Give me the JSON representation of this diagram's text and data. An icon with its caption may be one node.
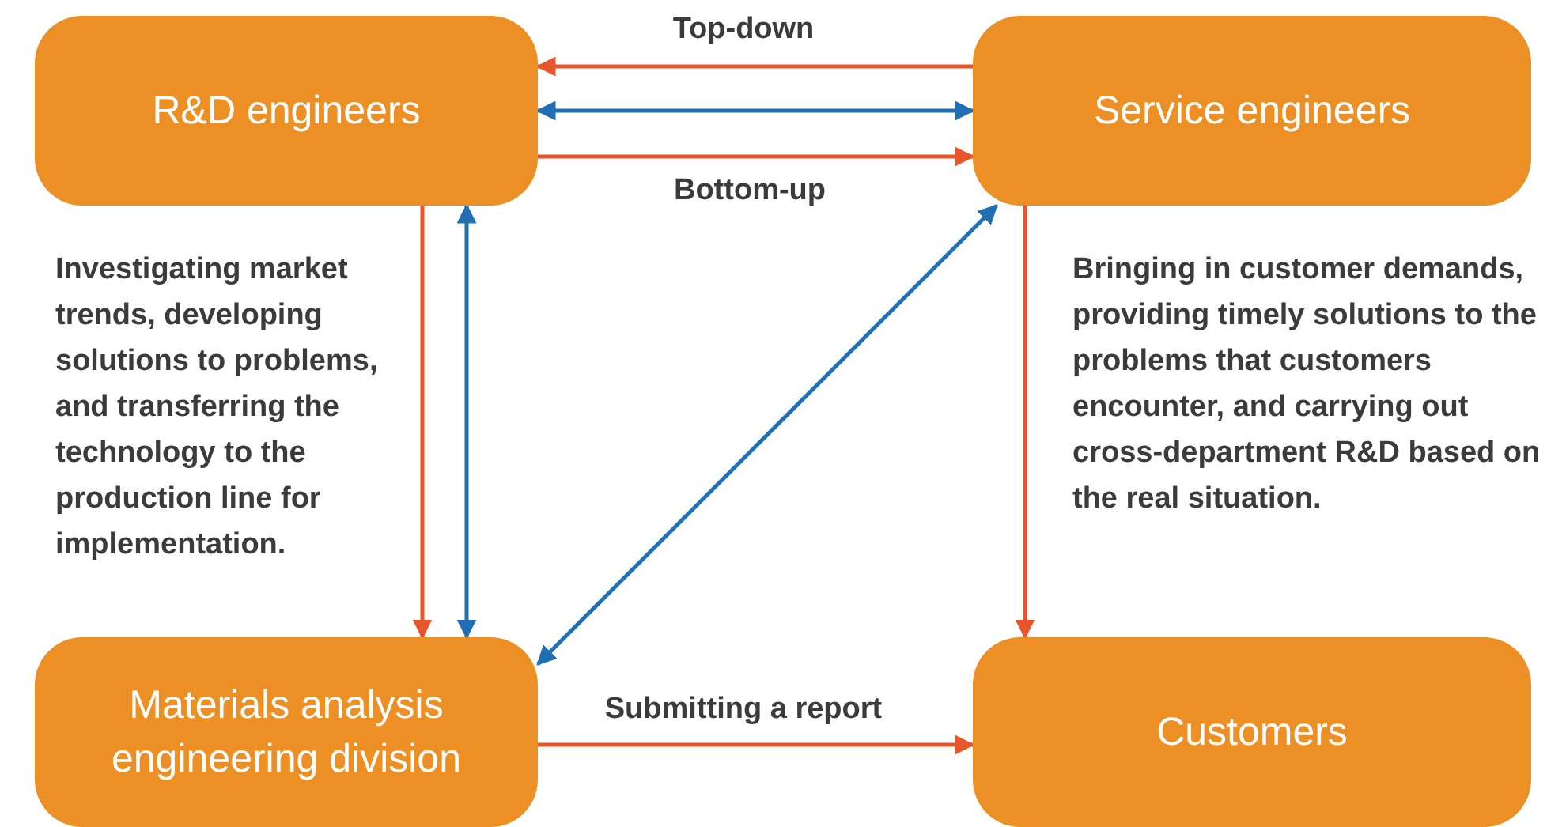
{
  "diagram": {
    "nodes": [
      {
        "text": [
          "R&D engineers"
        ]
      },
      {
        "text": [
          "Service engineers"
        ]
      },
      {
        "text": [
          "Materials analysis engineering division"
        ]
      },
      {
        "text": [
          "Customers"
        ]
      }
    ],
    "edges": [
      {
        "from": 1,
        "to": 0,
        "arrow": "to",
        "label": "Top-down"
      },
      {
        "from": 0,
        "to": 1,
        "arrow": "both",
        "color": "#1f6fb2"
      },
      {
        "from": 0,
        "to": 1,
        "arrow": "to",
        "label": "Bottom-up"
      },
      {
        "from": 0,
        "to": 2,
        "arrow": "to"
      },
      {
        "from": 2,
        "to": 0,
        "arrow": "both",
        "color": "#1f6fb2"
      },
      {
        "from": 2,
        "to": 1,
        "arrow": "both",
        "color": "#1f6fb2"
      },
      {
        "from": 1,
        "to": 3,
        "arrow": "to"
      },
      {
        "from": 2,
        "to": 3,
        "arrow": "to",
        "label": "Submitting a report"
      }
    ],
    "labels": [
      "Investigating market trends, developing solutions to problems, and transferring the technology to the production line for implementation.",
      "Bringing in customer demands, providing timely solutions to the problems that customers encounter, and carrying out cross-department R&D based on the real situation."
    ]
  }
}
